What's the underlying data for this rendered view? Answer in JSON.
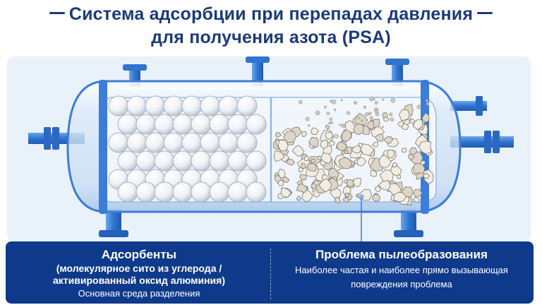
{
  "title": {
    "line1": "Система адсорбции при перепадах давления",
    "line2": "для получения азота (PSA)"
  },
  "adsorbents": {
    "heading": "Адсорбенты",
    "sub_line1": "(молекулярное сито из углерода /",
    "sub_line2": "активированный оксид алюминия)",
    "note": "Основная среда разделения"
  },
  "dust_problem": {
    "heading": "Проблема пылеобразования",
    "desc_line1": "Наиболее частая и наиболее прямо вызывающая",
    "desc_line2": "повреждения проблема"
  },
  "colors": {
    "title": "#1b3a78",
    "info_bar": "#0f3a8c",
    "vessel_frame": "#3b7dd8",
    "panel_background": "#e9f1fb"
  }
}
